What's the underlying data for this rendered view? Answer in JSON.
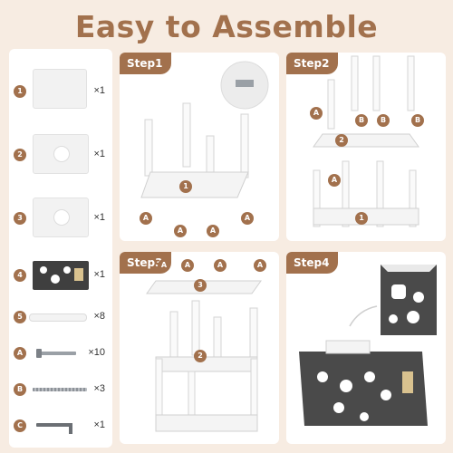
{
  "title": "Easy to Assemble",
  "parts": [
    {
      "id": "1",
      "qty": "×1",
      "icon": "top-board"
    },
    {
      "id": "2",
      "qty": "×1",
      "icon": "board-with-hole"
    },
    {
      "id": "3",
      "qty": "×1",
      "icon": "board-with-hole"
    },
    {
      "id": "4",
      "qty": "×1",
      "icon": "condo-panel"
    },
    {
      "id": "5",
      "qty": "×8",
      "icon": "post"
    },
    {
      "id": "A",
      "qty": "×10",
      "icon": "bolt"
    },
    {
      "id": "B",
      "qty": "×3",
      "icon": "double-screw"
    },
    {
      "id": "C",
      "qty": "×1",
      "icon": "allen-key"
    }
  ],
  "steps": [
    {
      "label": "Step1",
      "board": "1",
      "bolt": "A"
    },
    {
      "label": "Step2",
      "upper": "2",
      "lower": "1",
      "bolt_a": "A",
      "bolt_b": "B"
    },
    {
      "label": "Step3",
      "top": "3",
      "mid": "2",
      "bolt": "A"
    },
    {
      "label": "Step4"
    }
  ],
  "colors": {
    "accent": "#a2714d",
    "background": "#f7ece2",
    "condo": "#4a4a4a"
  }
}
